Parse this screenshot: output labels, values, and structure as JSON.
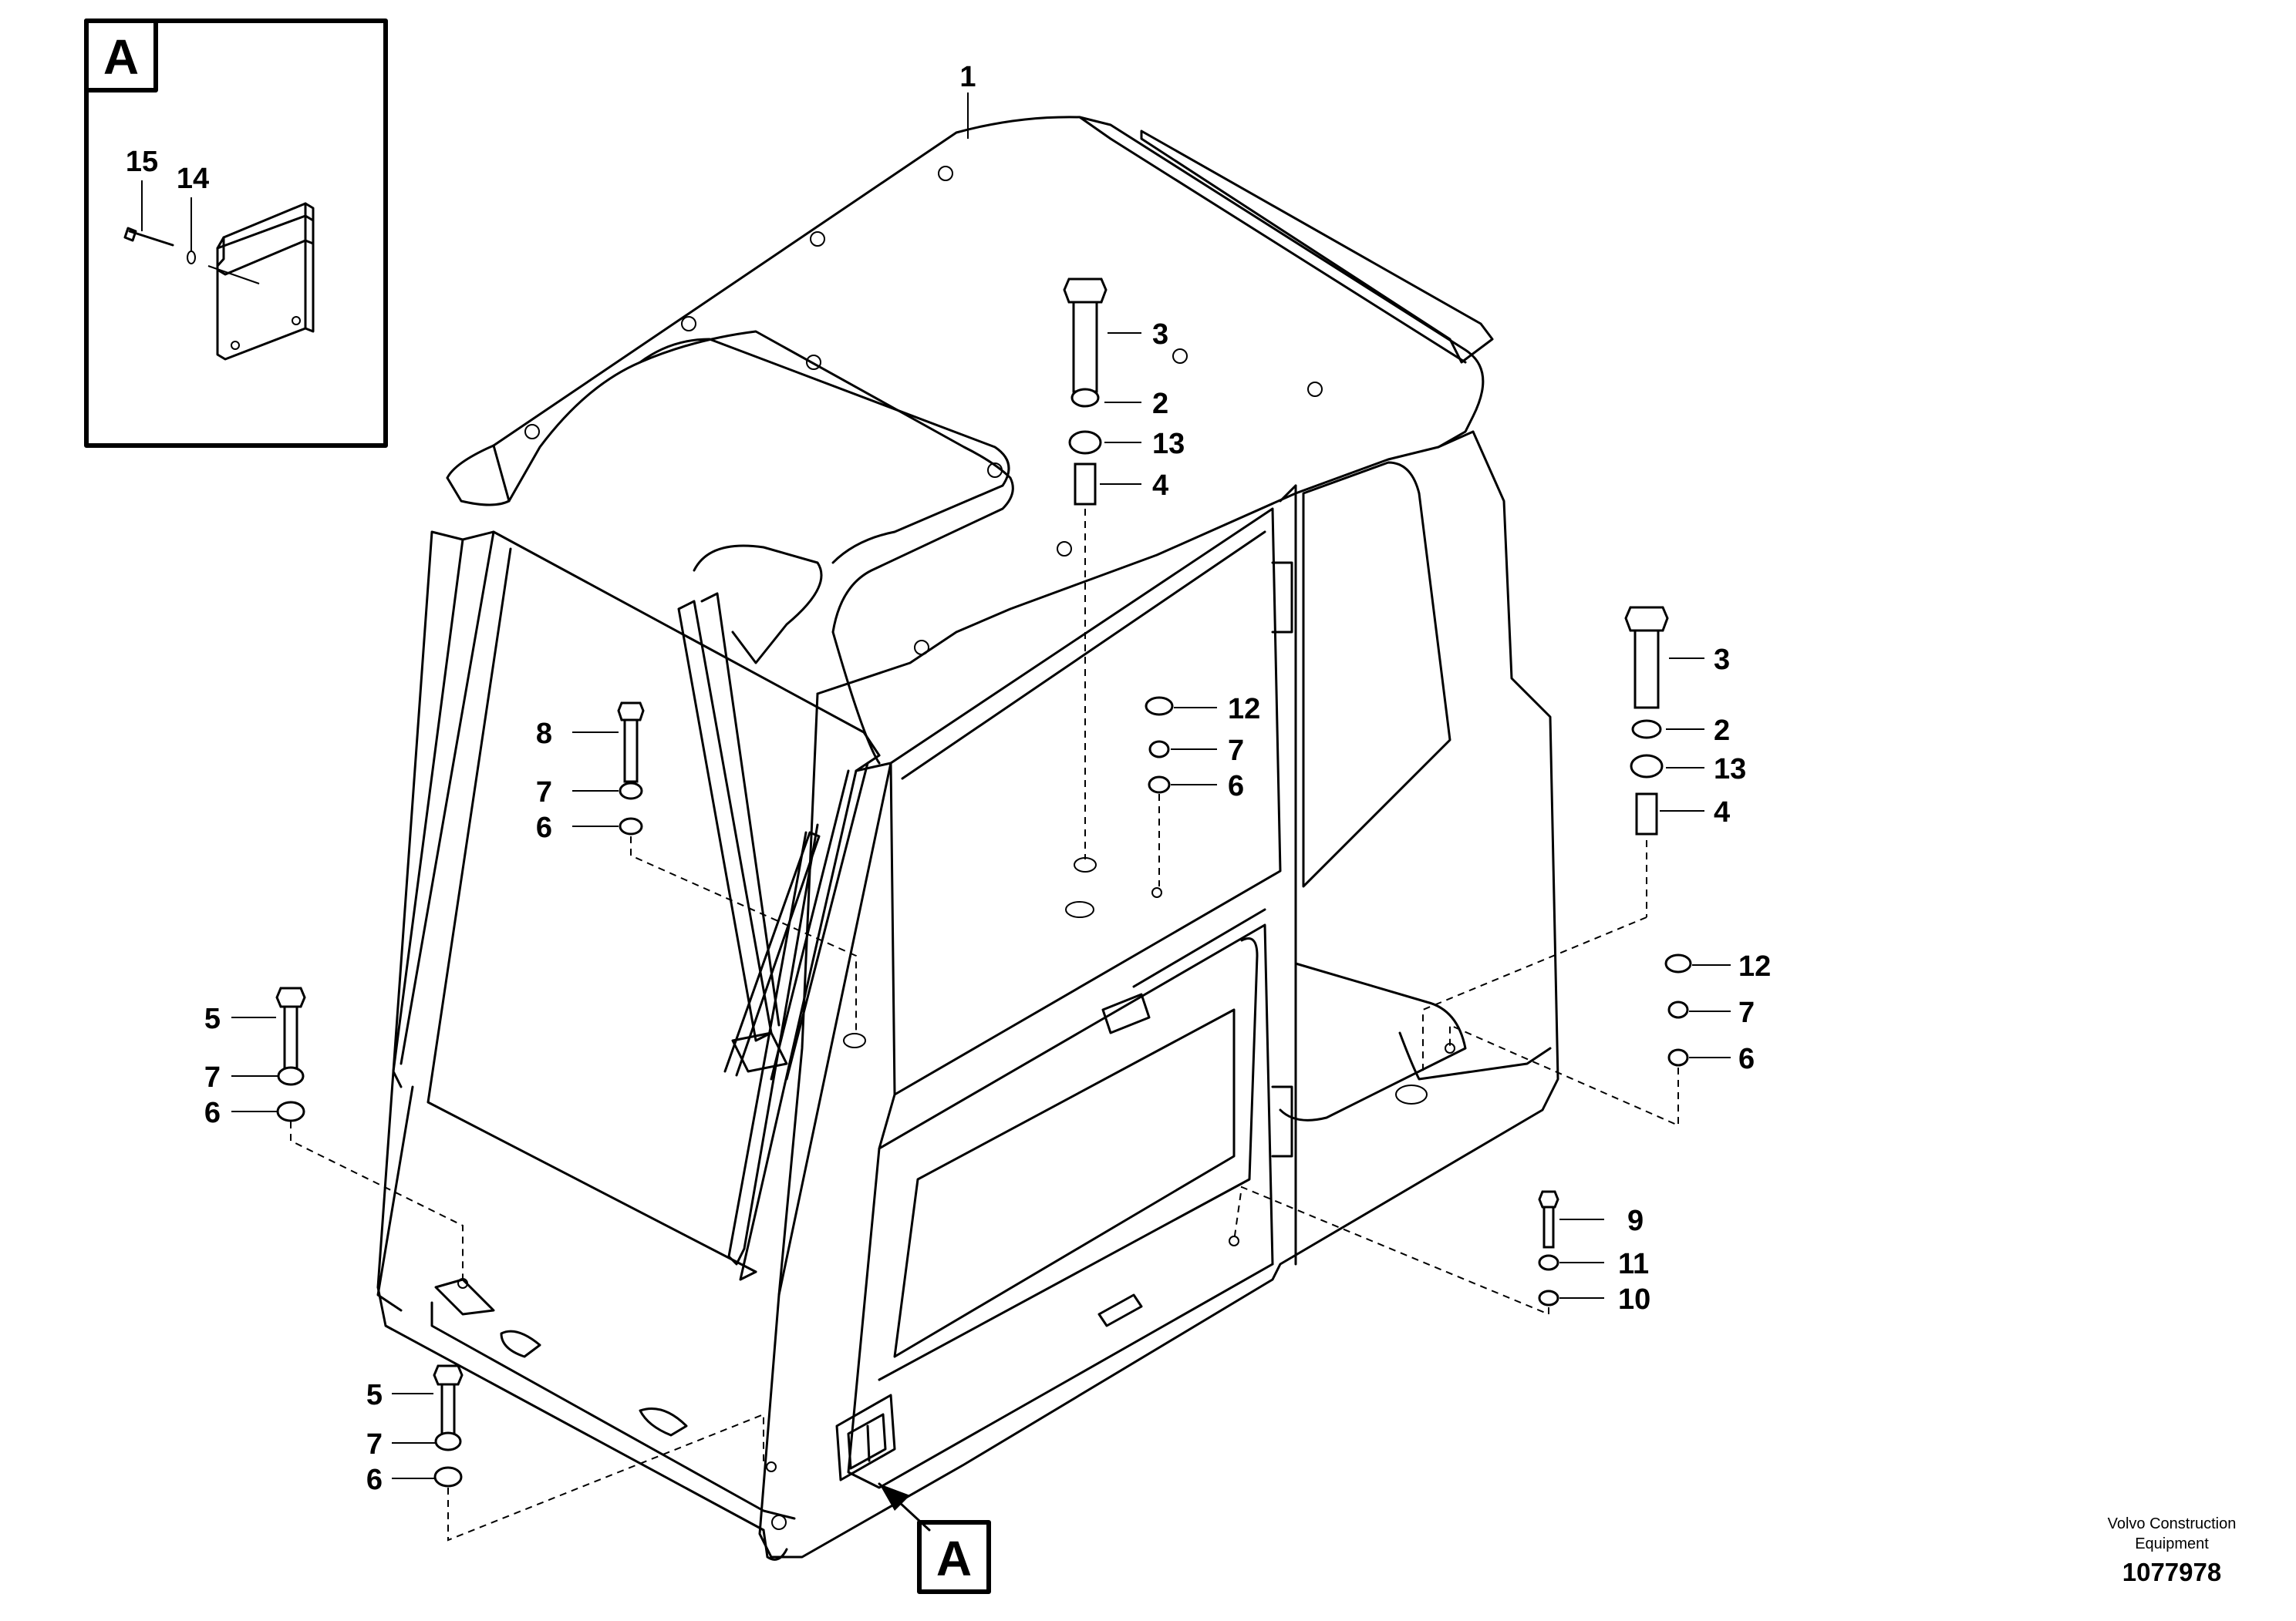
{
  "diagram": {
    "detail_view_label": "A",
    "callout_label": "A",
    "publisher": [
      "Volvo Construction",
      "Equipment"
    ],
    "drawing_number": "1077978",
    "part_labels": [
      {
        "id": "cab",
        "text": "1"
      },
      {
        "id": "inset-15",
        "text": "15"
      },
      {
        "id": "inset-14",
        "text": "14"
      },
      {
        "id": "roof-3",
        "text": "3"
      },
      {
        "id": "roof-2",
        "text": "2"
      },
      {
        "id": "roof-13",
        "text": "13"
      },
      {
        "id": "roof-4",
        "text": "4"
      },
      {
        "id": "right-3",
        "text": "3"
      },
      {
        "id": "right-2",
        "text": "2"
      },
      {
        "id": "right-13",
        "text": "13"
      },
      {
        "id": "right-4",
        "text": "4"
      },
      {
        "id": "mid-12",
        "text": "12"
      },
      {
        "id": "mid-7",
        "text": "7"
      },
      {
        "id": "mid-6",
        "text": "6"
      },
      {
        "id": "front-8",
        "text": "8"
      },
      {
        "id": "front-7",
        "text": "7"
      },
      {
        "id": "front-6",
        "text": "6"
      },
      {
        "id": "left-5",
        "text": "5"
      },
      {
        "id": "left-7",
        "text": "7"
      },
      {
        "id": "left-6",
        "text": "6"
      },
      {
        "id": "bottom-5",
        "text": "5"
      },
      {
        "id": "bottom-7",
        "text": "7"
      },
      {
        "id": "bottom-6",
        "text": "6"
      },
      {
        "id": "rear-12",
        "text": "12"
      },
      {
        "id": "rear-7",
        "text": "7"
      },
      {
        "id": "rear-6",
        "text": "6"
      },
      {
        "id": "rear-9",
        "text": "9"
      },
      {
        "id": "rear-11",
        "text": "11"
      },
      {
        "id": "rear-10",
        "text": "10"
      }
    ]
  }
}
